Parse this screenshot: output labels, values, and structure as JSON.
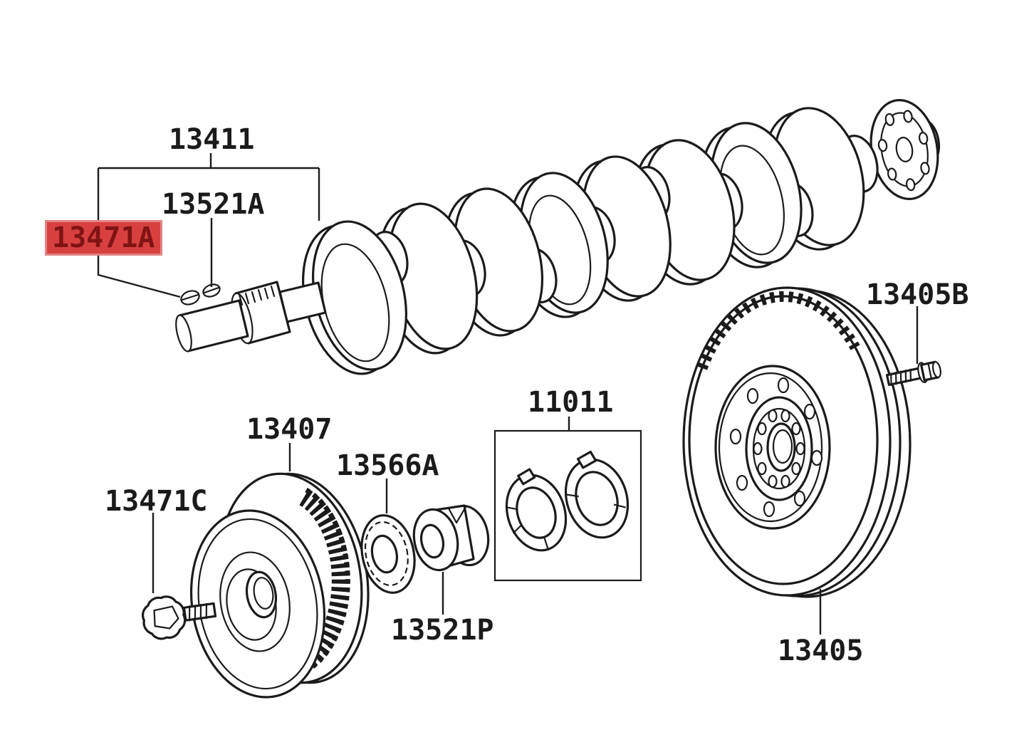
{
  "colors": {
    "page_bg": "#ffffff",
    "line": "#1b1b1b",
    "label_text": "#1b1b1b",
    "highlight_bg": "#d84040",
    "highlight_text": "#801414",
    "highlight_border": "#e28484"
  },
  "labels": [
    {
      "id": "13411",
      "text": "13411",
      "highlighted": false
    },
    {
      "id": "13521A",
      "text": "13521A",
      "highlighted": false
    },
    {
      "id": "13471A",
      "text": "13471A",
      "highlighted": true
    },
    {
      "id": "13405B",
      "text": "13405B",
      "highlighted": false
    },
    {
      "id": "11011",
      "text": "11011",
      "highlighted": false
    },
    {
      "id": "13407",
      "text": "13407",
      "highlighted": false
    },
    {
      "id": "13566A",
      "text": "13566A",
      "highlighted": false
    },
    {
      "id": "13471C",
      "text": "13471C",
      "highlighted": false
    },
    {
      "id": "13521P",
      "text": "13521P",
      "highlighted": false
    },
    {
      "id": "13405",
      "text": "13405",
      "highlighted": false
    }
  ]
}
